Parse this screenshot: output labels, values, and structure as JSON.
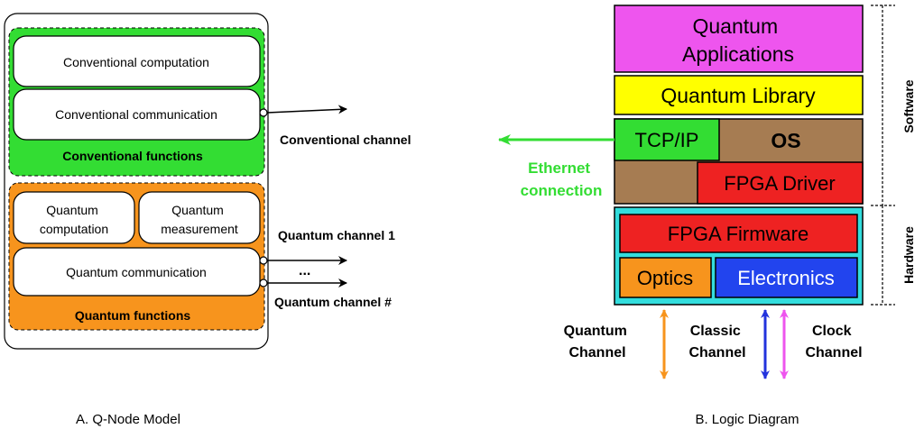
{
  "panel_a": {
    "caption": "A. Q-Node Model",
    "conventional": {
      "computation": "Conventional computation",
      "communication": "Conventional communication",
      "group_label": "Conventional functions",
      "fill": "#33dd33"
    },
    "quantum": {
      "computation": [
        "Quantum",
        "computation"
      ],
      "measurement": [
        "Quantum",
        "measurement"
      ],
      "communication": "Quantum communication",
      "group_label": "Quantum functions",
      "fill": "#f7941d"
    },
    "channels": {
      "conventional": "Conventional channel",
      "quantum_1": "Quantum channel 1",
      "ellipsis": "...",
      "quantum_n": "Quantum channel #"
    }
  },
  "panel_b": {
    "caption": "B. Logic Diagram",
    "layers": {
      "applications": [
        "Quantum",
        "Applications"
      ],
      "library": "Quantum Library",
      "tcpip": "TCP/IP",
      "os": "OS",
      "fpga_driver": "FPGA Driver",
      "fpga_firmware": "FPGA Firmware",
      "optics": "Optics",
      "electronics": "Electronics"
    },
    "side_labels": {
      "software": "Software",
      "hardware": "Hardware"
    },
    "ethernet": [
      "Ethernet",
      "connection"
    ],
    "bottom_channels": {
      "quantum": [
        "Quantum",
        "Channel"
      ],
      "classic": [
        "Classic",
        "Channel"
      ],
      "clock": [
        "Clock",
        "Channel"
      ]
    },
    "colors": {
      "applications": "#ee55ee",
      "library": "#ffff00",
      "os": "#a67c52",
      "tcpip": "#33dd33",
      "red": "#ee2222",
      "hardware_bg": "#33dddd",
      "optics": "#f7941d",
      "electronics": "#2244ee",
      "ethernet": "#33dd33",
      "quantum_arrow": "#f7941d",
      "classic_arrow": "#2233dd",
      "clock_arrow": "#ee55ee"
    }
  }
}
